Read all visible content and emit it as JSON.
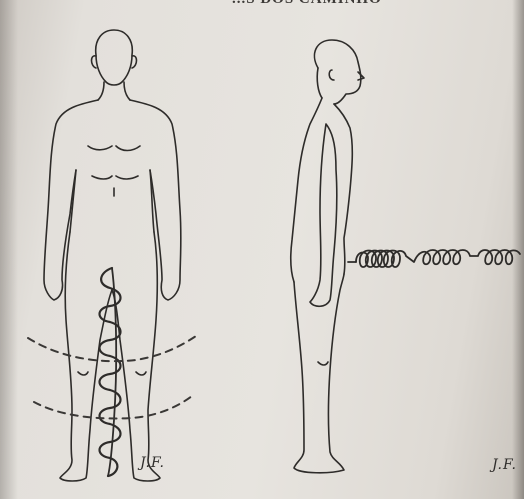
{
  "page": {
    "running_head": "...S DOS CAMINHO"
  },
  "figure_left": {
    "signature": "J.F."
  },
  "figure_right": {
    "signature": "J.F."
  },
  "colors": {
    "paper": "#e5e2dd",
    "ink": "#2e2c2a",
    "dashes": "#3a3836"
  }
}
